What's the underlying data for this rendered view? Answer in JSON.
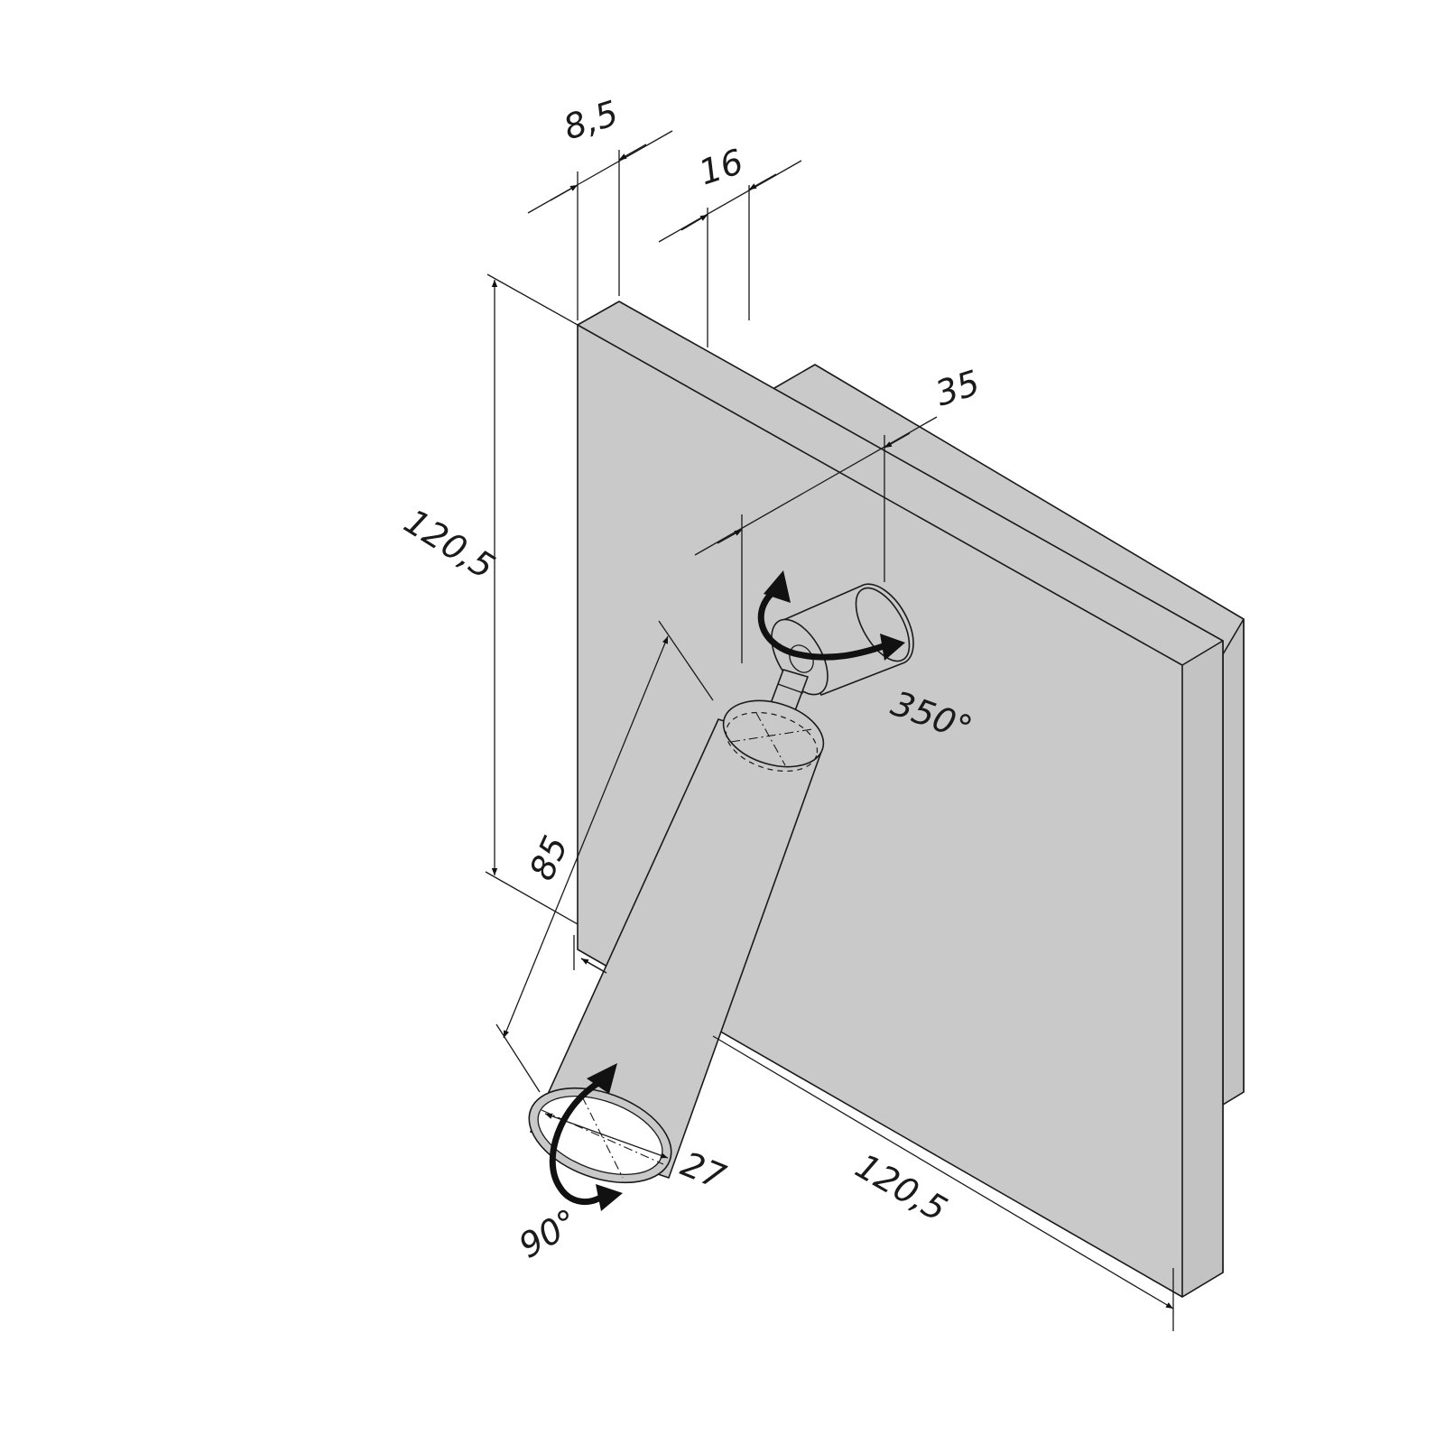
{
  "dimensions": {
    "plate_thickness": "8,5",
    "base_thickness": "16",
    "pivot_offset": "35",
    "plate_height": "120,5",
    "plate_width": "120,5",
    "arm_length": "85",
    "head_diameter": "27"
  },
  "rotations": {
    "pivot_rotation": "350°",
    "head_rotation": "90°"
  }
}
